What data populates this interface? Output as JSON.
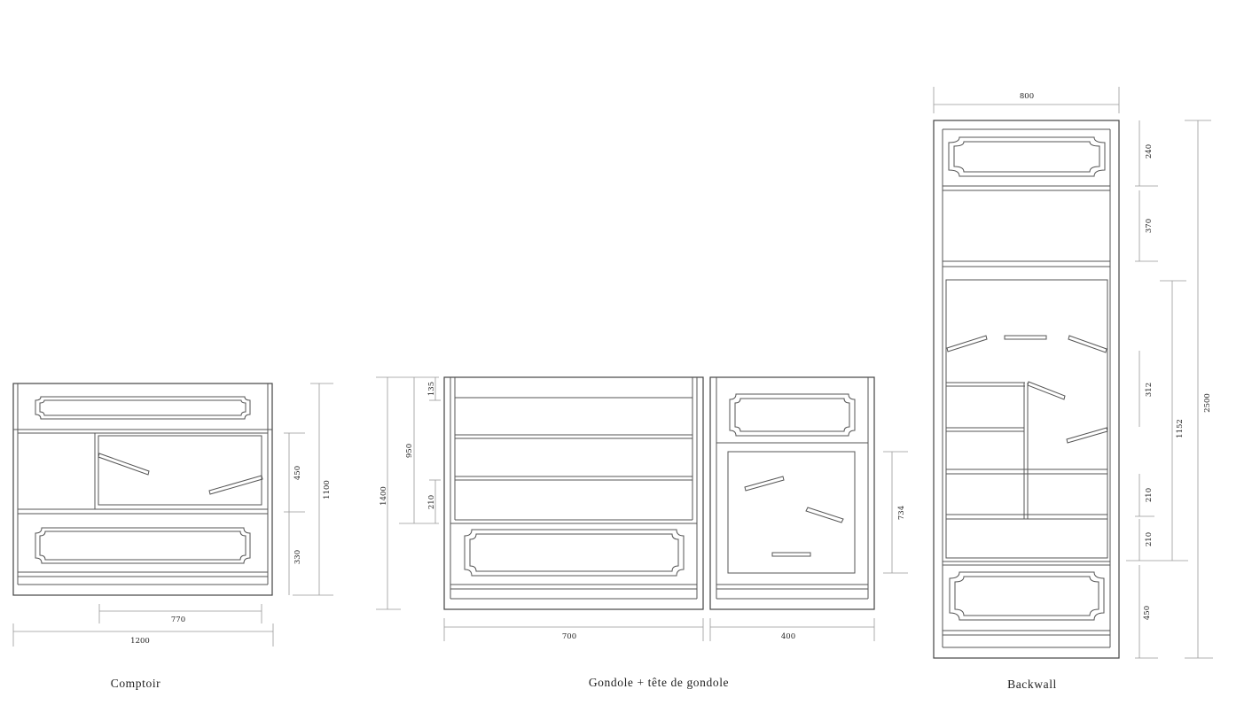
{
  "units": [
    {
      "caption": "Comptoir",
      "dimensions": {
        "width": "1200",
        "inner_width": "770",
        "height": "1100",
        "upper": "450",
        "lower": "330"
      }
    },
    {
      "caption": "Gondole + tête de gondole",
      "dimensions": {
        "gondole_width": "700",
        "tete_width": "400",
        "height": "1400",
        "section": "950",
        "top_gap": "135",
        "shelf": "210",
        "tete_window": "734"
      }
    },
    {
      "caption": "Backwall",
      "dimensions": {
        "width": "800",
        "height": "2500",
        "top_panel": "240",
        "upper_gap": "370",
        "display": "1152",
        "zone": "312",
        "shelf_a": "210",
        "shelf_b": "210",
        "base": "450"
      }
    }
  ],
  "colors": {
    "line": "#555555",
    "dimension_line": "#999999",
    "text": "#222222",
    "background": "#ffffff"
  }
}
